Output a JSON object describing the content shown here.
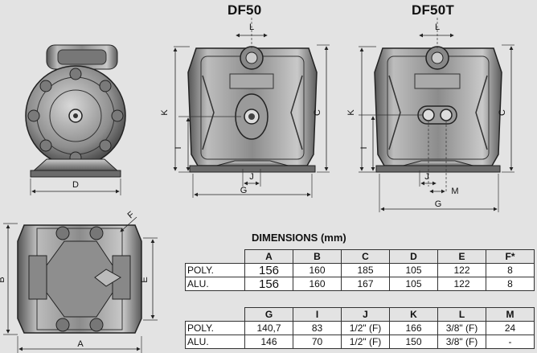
{
  "titles": {
    "left": "DF50",
    "right": "DF50T"
  },
  "dimension_labels": {
    "L": "L",
    "K": "K",
    "C": "C",
    "I": "I",
    "J": "J",
    "G": "G",
    "D": "D",
    "M": "M",
    "A": "A",
    "B": "B",
    "E": "E",
    "F": "F"
  },
  "table": {
    "title": "DIMENSIONS (mm)",
    "group1": {
      "headers": [
        "A",
        "B",
        "C",
        "D",
        "E",
        "F*"
      ],
      "rows": [
        {
          "label": "POLY.",
          "values": [
            "156",
            "160",
            "185",
            "105",
            "122",
            "8"
          ]
        },
        {
          "label": "ALU.",
          "values": [
            "156",
            "160",
            "167",
            "105",
            "122",
            "8"
          ]
        }
      ]
    },
    "group2": {
      "headers": [
        "G",
        "I",
        "J",
        "K",
        "L",
        "M"
      ],
      "rows": [
        {
          "label": "POLY.",
          "values": [
            "140,7",
            "83",
            "1/2\" (F)",
            "166",
            "3/8\" (F)",
            "24"
          ]
        },
        {
          "label": "ALU.",
          "values": [
            "146",
            "70",
            "1/2\" (F)",
            "150",
            "3/8\" (F)",
            "-"
          ]
        }
      ]
    }
  }
}
